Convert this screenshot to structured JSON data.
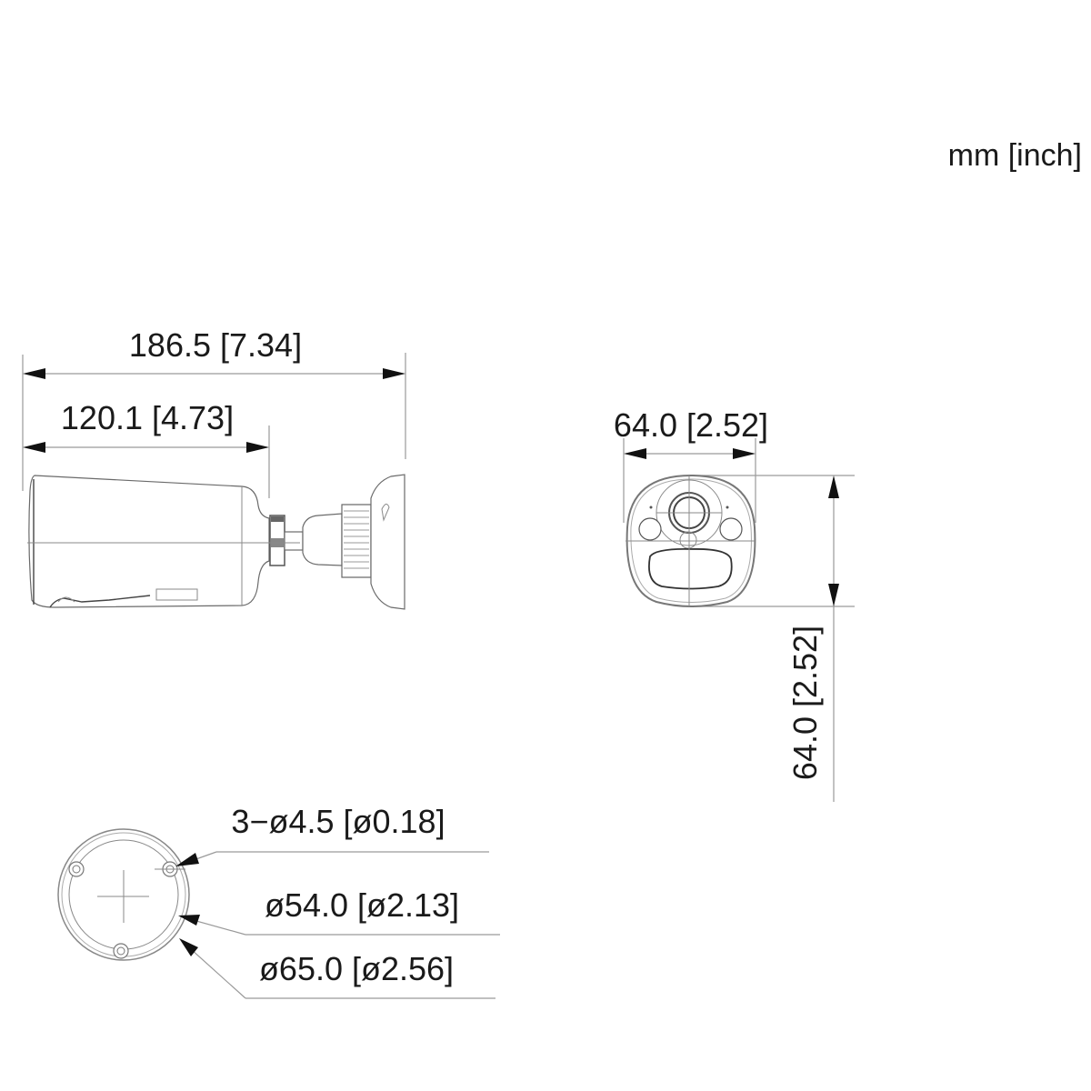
{
  "drawing": {
    "units_label": "mm [inch]",
    "side_view": {
      "overall_length": "186.5 [7.34]",
      "body_length": "120.1 [4.73]"
    },
    "front_view": {
      "width": "64.0 [2.52]",
      "height": "64.0 [2.52]"
    },
    "mount_base_view": {
      "holes": "3−ø4.5 [ø0.18]",
      "inner_diameter": "ø54.0 [ø2.13]",
      "outer_diameter": "ø65.0 [ø2.56]"
    }
  },
  "colors": {
    "line": "#8a8a8a",
    "text": "#1a1a1a",
    "background": "#ffffff"
  }
}
